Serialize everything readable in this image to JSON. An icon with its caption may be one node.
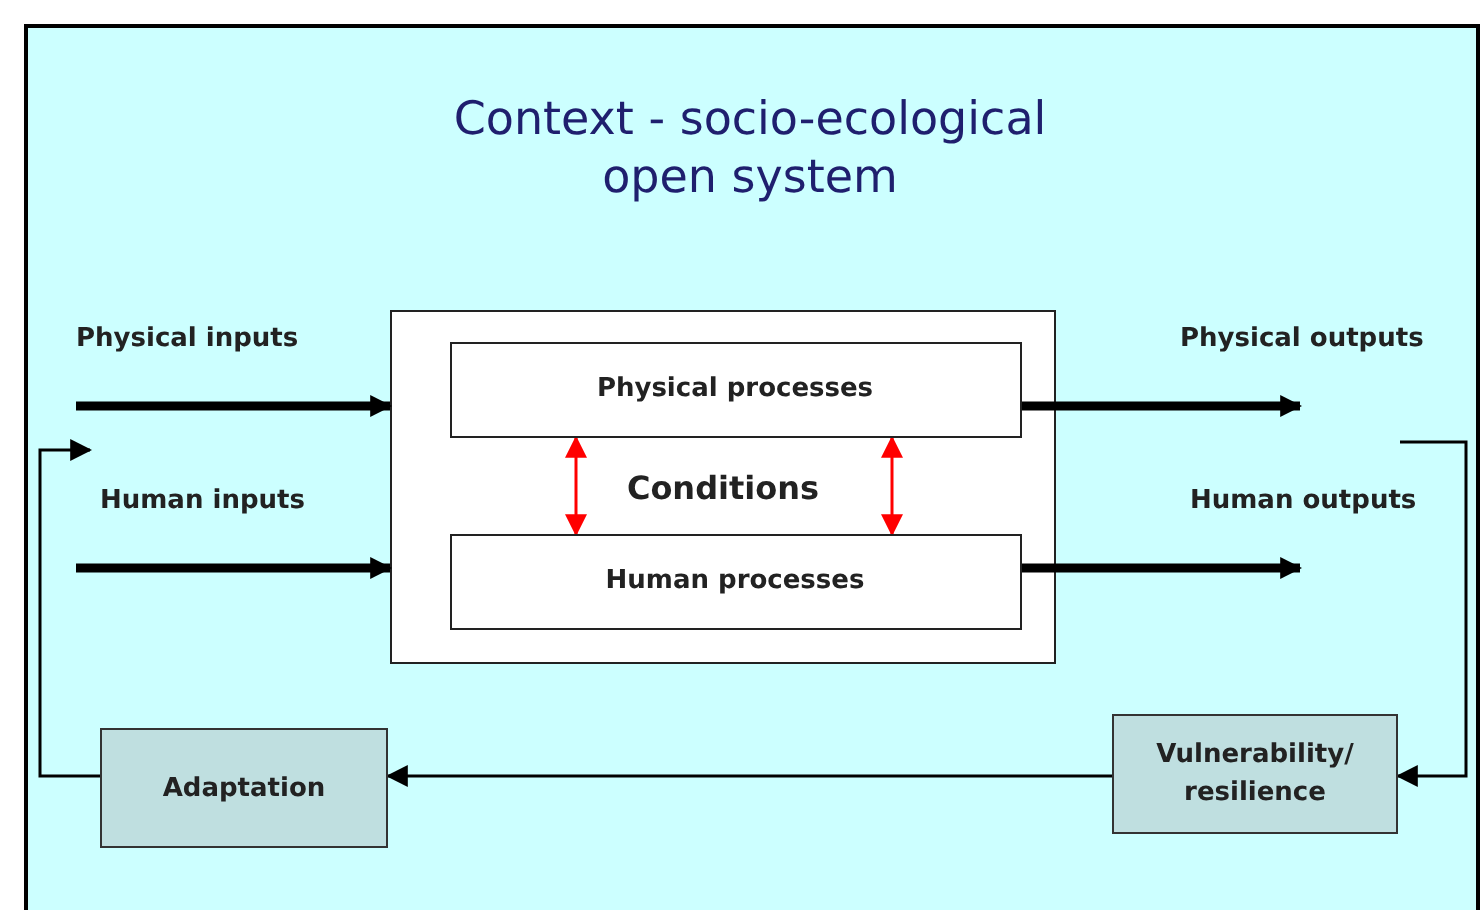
{
  "diagram": {
    "title": "Context - socio-ecological open system",
    "nodes": [
      {
        "text": [
          "Conditions"
        ]
      },
      {
        "text": [
          "Physical processes"
        ],
        "in": 0
      },
      {
        "text": [
          "Human processes"
        ],
        "in": 0
      },
      {
        "text": [
          "Vulnerability/ resilience"
        ]
      },
      {
        "text": [
          "Adaptation"
        ]
      }
    ],
    "edges": [
      {
        "from": null,
        "to": 0,
        "arrow": "to",
        "label": "Physical inputs",
        "style": "thick"
      },
      {
        "from": null,
        "to": 0,
        "arrow": "to",
        "label": "Human inputs",
        "style": "thick"
      },
      {
        "from": 1,
        "to": null,
        "arrow": "to",
        "label": "Physical outputs",
        "style": "thick"
      },
      {
        "from": 2,
        "to": null,
        "arrow": "to",
        "label": "Human outputs",
        "style": "thick"
      },
      {
        "from": 1,
        "to": 2,
        "arrow": "both",
        "color": "#ff0000"
      },
      {
        "from": 1,
        "to": 2,
        "arrow": "both",
        "color": "#ff0000"
      },
      {
        "from": null,
        "to": 3,
        "arrow": "to"
      },
      {
        "from": 3,
        "to": 4,
        "arrow": "to"
      },
      {
        "from": 4,
        "to": null,
        "arrow": "to"
      }
    ]
  }
}
